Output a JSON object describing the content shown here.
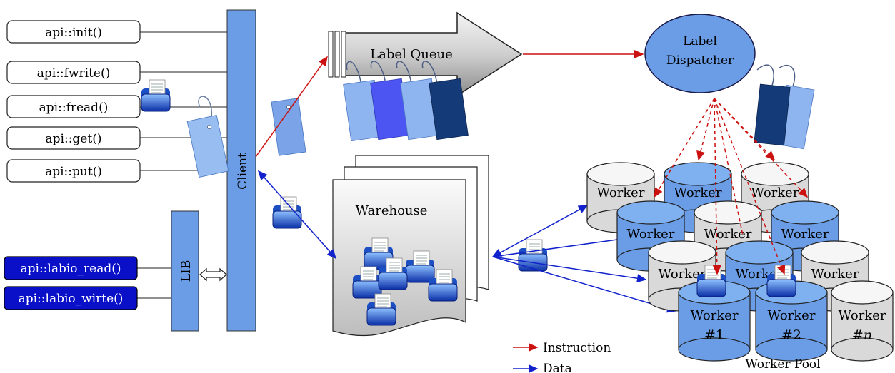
{
  "api_boxes": [
    {
      "label": "api::init()"
    },
    {
      "label": "api::fwrite()"
    },
    {
      "label": "api::fread()"
    },
    {
      "label": "api::get()"
    },
    {
      "label": "api::put()"
    }
  ],
  "labio_boxes": [
    {
      "label": "api::labio_read()"
    },
    {
      "label": "api::labio_wirte()"
    }
  ],
  "lib_label": "LIB",
  "client_label": "Client",
  "label_queue": "Label Queue",
  "dispatcher": {
    "line1": "Label",
    "line2": "Dispatcher"
  },
  "warehouse": "Warehouse",
  "worker_word": "Worker",
  "worker_ids": [
    "#1",
    "#2",
    "#n"
  ],
  "worker_pool": "Worker Pool",
  "legend": {
    "instruction": "Instruction",
    "data": "Data"
  },
  "colors": {
    "instruction": "#cc1111",
    "data": "#1122cc",
    "component_blue": "#6a9de6",
    "labio_box": "#0a10c8",
    "worker_grey": "#d9d9d9"
  },
  "icons": [
    "folder-icon",
    "document-icon",
    "tag-icon"
  ]
}
